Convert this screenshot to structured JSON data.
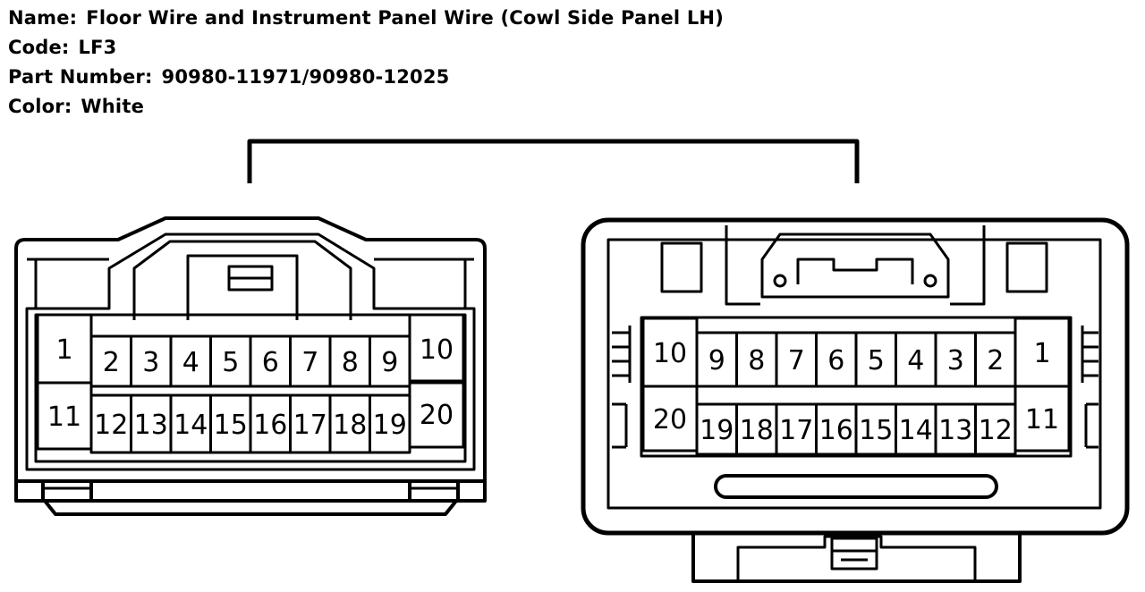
{
  "header": {
    "name_label": "Name:",
    "name_value": "Floor Wire and Instrument Panel Wire (Cowl Side Panel LH)",
    "code_label": "Code:",
    "code_value": "LF3",
    "part_label": "Part Number:",
    "part_value": "90980-11971/90980-12025",
    "color_label": "Color:",
    "color_value": "White"
  },
  "connectors": {
    "left": {
      "top_row": [
        "1",
        "2",
        "3",
        "4",
        "5",
        "6",
        "7",
        "8",
        "9",
        "10"
      ],
      "bottom_row": [
        "11",
        "12",
        "13",
        "14",
        "15",
        "16",
        "17",
        "18",
        "19",
        "20"
      ]
    },
    "right": {
      "top_row": [
        "10",
        "9",
        "8",
        "7",
        "6",
        "5",
        "4",
        "3",
        "2",
        "1"
      ],
      "bottom_row": [
        "20",
        "19",
        "18",
        "17",
        "16",
        "15",
        "14",
        "13",
        "12",
        "11"
      ]
    }
  },
  "colors": {
    "line": "#000000",
    "background": "#ffffff"
  }
}
